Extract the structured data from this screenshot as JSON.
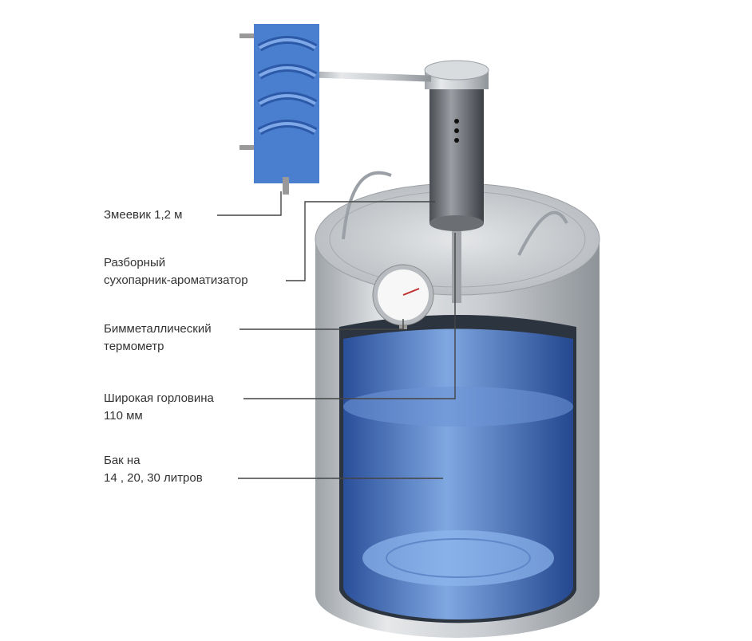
{
  "labels": {
    "coil": "Змеевик 1,2 м",
    "steamer_line1": "Разборный",
    "steamer_line2": "сухопарник-ароматизатор",
    "thermometer_line1": "Бимметаллический",
    "thermometer_line2": "термометр",
    "neck_line1": "Широкая горловина",
    "neck_line2": "110 мм",
    "tank_line1": "Бак на",
    "tank_line2": "14 , 20, 30 литров"
  },
  "colors": {
    "liquid": "#3d6fc4",
    "coil": "#4a7fd0",
    "steel": "#c4c8cc",
    "leader": "#444444"
  }
}
